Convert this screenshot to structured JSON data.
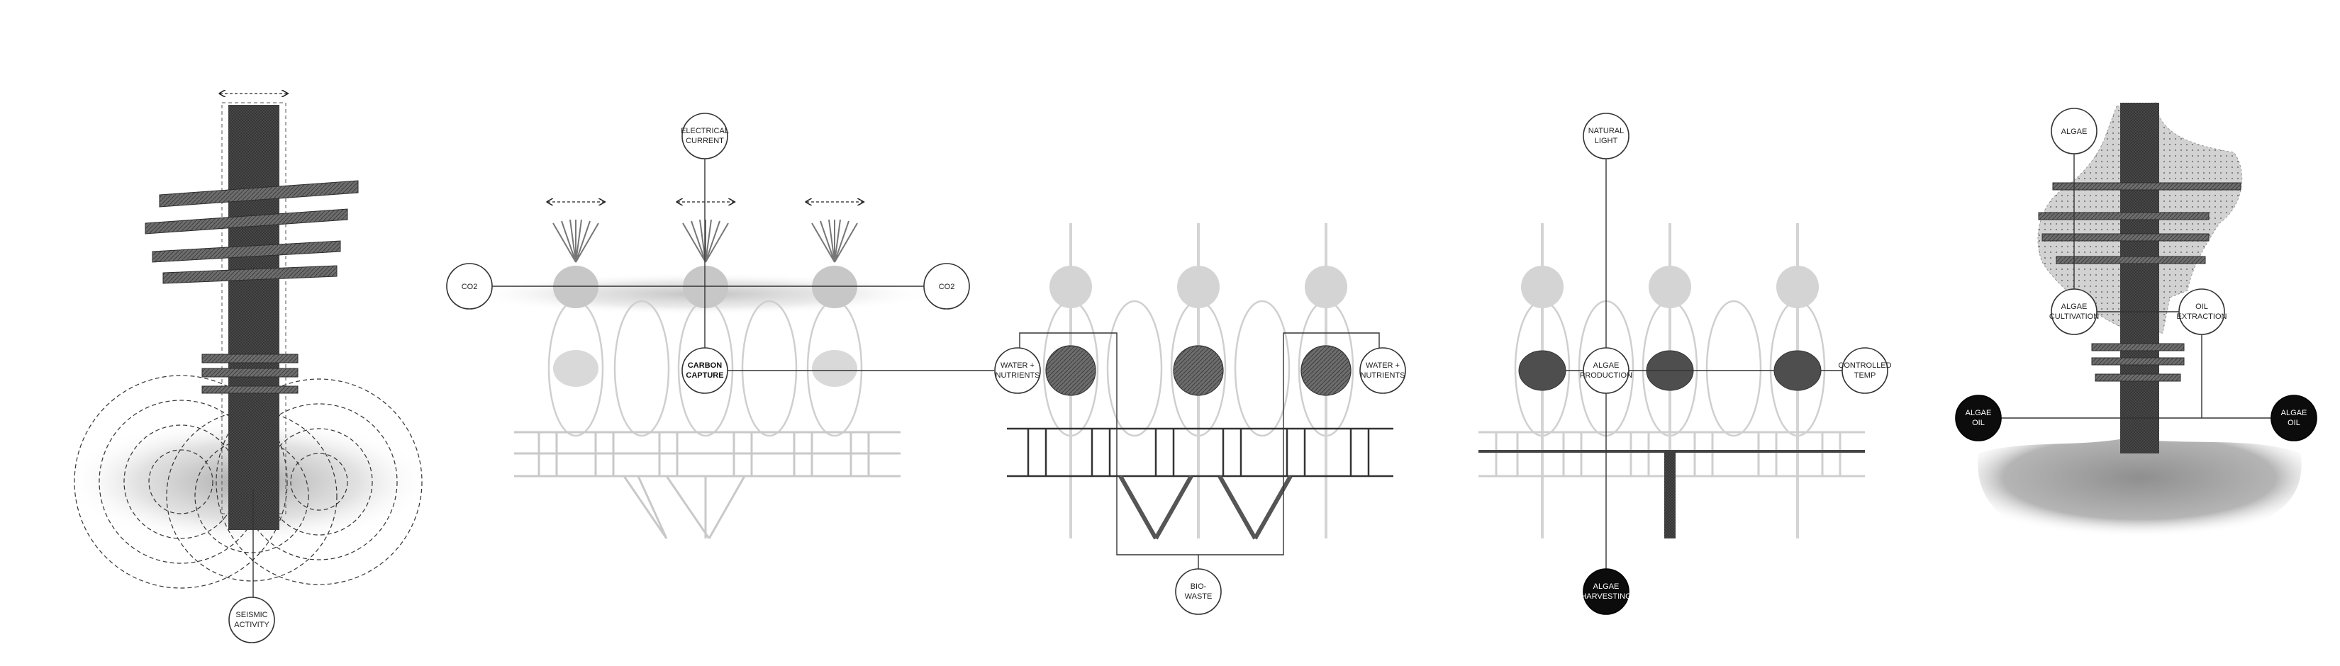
{
  "panels": [
    {
      "id": "seismic",
      "nodes": [
        {
          "key": "seismic",
          "lines": [
            "SEISMIC",
            "ACTIVITY"
          ],
          "style": "light"
        }
      ]
    },
    {
      "id": "carbon",
      "nodes": [
        {
          "key": "electrical",
          "lines": [
            "ELECTRICAL",
            "CURRENT"
          ],
          "style": "light"
        },
        {
          "key": "co2_left",
          "lines": [
            "CO2"
          ],
          "style": "light"
        },
        {
          "key": "co2_right",
          "lines": [
            "CO2"
          ],
          "style": "light"
        },
        {
          "key": "carbon_capture",
          "lines": [
            "CARBON",
            "CAPTURE"
          ],
          "style": "bold"
        }
      ]
    },
    {
      "id": "biowaste",
      "nodes": [
        {
          "key": "water_left",
          "lines": [
            "WATER +",
            "NUTRIENTS"
          ],
          "style": "light"
        },
        {
          "key": "water_right",
          "lines": [
            "WATER +",
            "NUTRIENTS"
          ],
          "style": "light"
        },
        {
          "key": "biowaste",
          "lines": [
            "BIO-",
            "WASTE"
          ],
          "style": "light"
        }
      ]
    },
    {
      "id": "production",
      "nodes": [
        {
          "key": "natural_light",
          "lines": [
            "NATURAL",
            "LIGHT"
          ],
          "style": "light"
        },
        {
          "key": "algae_production",
          "lines": [
            "ALGAE",
            "PRODUCTION"
          ],
          "style": "light"
        },
        {
          "key": "controlled_temp",
          "lines": [
            "CONTROLLED",
            "TEMP"
          ],
          "style": "light"
        },
        {
          "key": "algae_harvesting",
          "lines": [
            "ALGAE",
            "HARVESTING"
          ],
          "style": "dark"
        }
      ]
    },
    {
      "id": "oil",
      "nodes": [
        {
          "key": "algae",
          "lines": [
            "ALGAE"
          ],
          "style": "light"
        },
        {
          "key": "algae_cultivation",
          "lines": [
            "ALGAE",
            "CULTIVATION"
          ],
          "style": "light"
        },
        {
          "key": "oil_extraction",
          "lines": [
            "OIL",
            "EXTRACTION"
          ],
          "style": "light"
        },
        {
          "key": "algae_oil_left",
          "lines": [
            "ALGAE",
            "OIL"
          ],
          "style": "dark"
        },
        {
          "key": "algae_oil_right",
          "lines": [
            "ALGAE",
            "OIL"
          ],
          "style": "dark"
        }
      ]
    }
  ]
}
